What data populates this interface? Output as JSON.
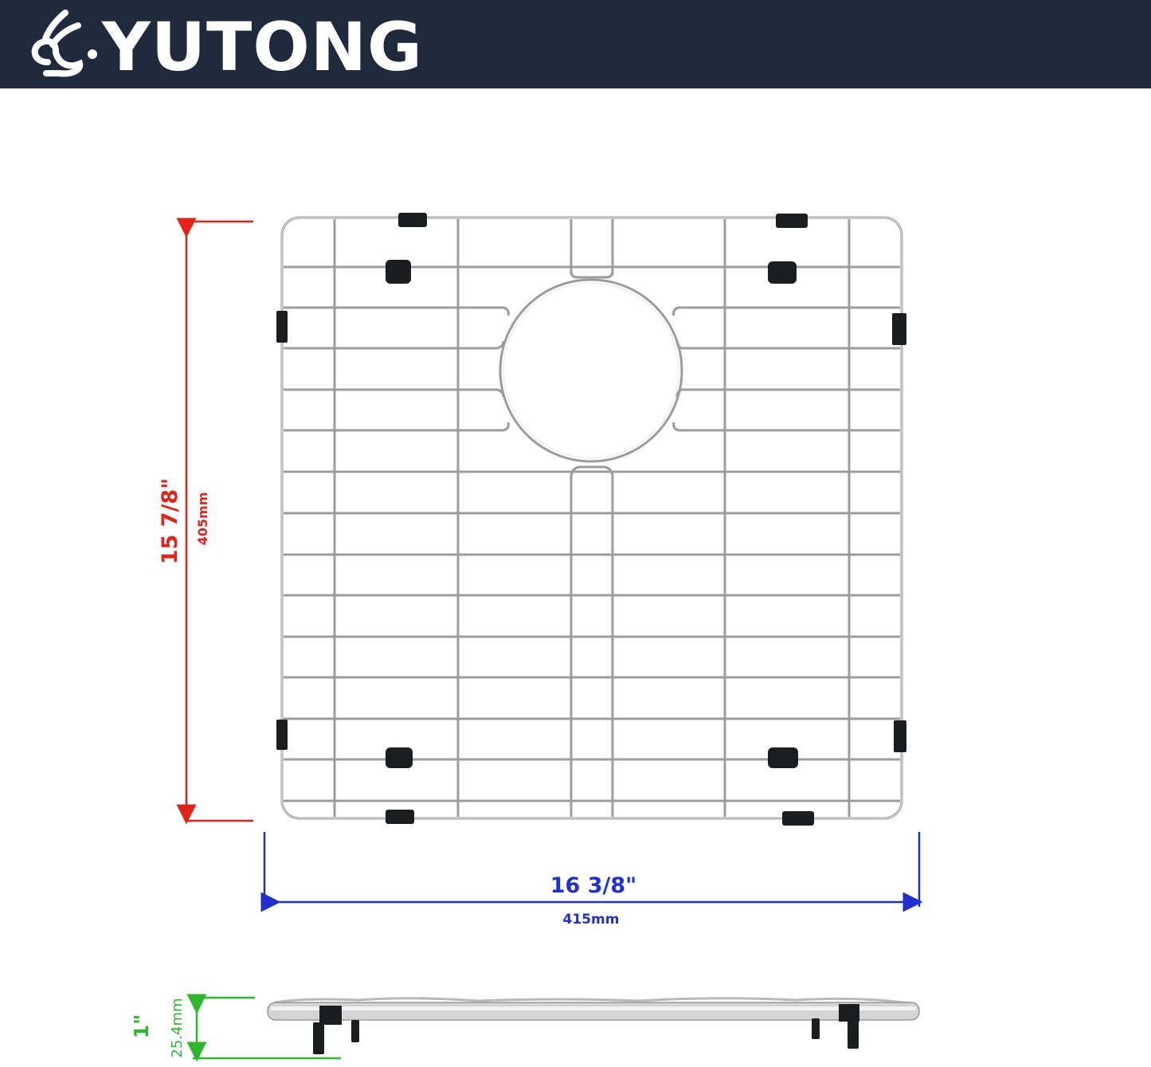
{
  "header": {
    "brand_name": "YUTONG",
    "logo_icon": "rabbit-logo-icon",
    "background_color": "#1f2b3c"
  },
  "diagram": {
    "subject": "Stainless steel sink bottom grid with drain cutout",
    "height_dimension": {
      "imperial": "15 7/8\"",
      "metric": "405mm",
      "color": "#e2231a"
    },
    "width_dimension": {
      "imperial": "16 3/8\"",
      "metric": "415mm",
      "color": "#1f2fd0"
    },
    "depth_dimension": {
      "imperial": "1\"",
      "metric": "25.4mm",
      "color": "#2fb52f"
    },
    "views": [
      "top-view",
      "side-view"
    ],
    "bumper_color": "#1b1d1f",
    "wire_color": "#9c9c9c"
  }
}
